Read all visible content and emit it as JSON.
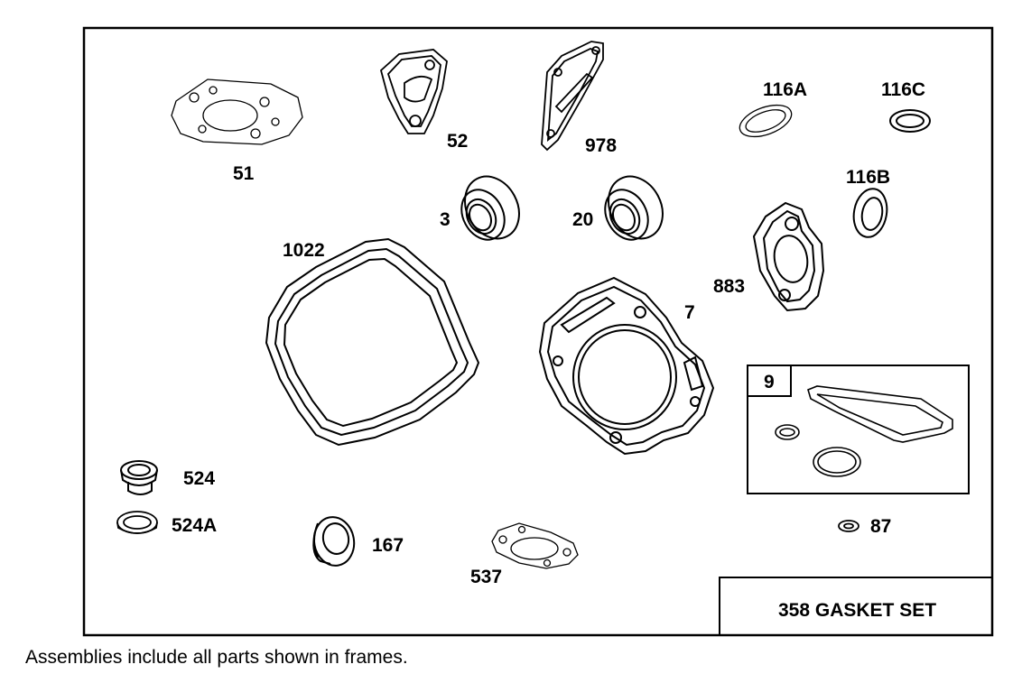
{
  "parts": {
    "p51": "51",
    "p52": "52",
    "p978": "978",
    "p116A": "116A",
    "p116C": "116C",
    "p116B": "116B",
    "p3": "3",
    "p20": "20",
    "p1022": "1022",
    "p883": "883",
    "p7": "7",
    "p524": "524",
    "p524A": "524A",
    "p167": "167",
    "p537": "537",
    "p87": "87"
  },
  "assembly": {
    "number": "9"
  },
  "set_label": "358 GASKET SET",
  "footnote": "Assemblies include all parts shown in frames.",
  "colors": {
    "ink": "#000000",
    "background": "#ffffff",
    "light_ink": "#888888"
  }
}
